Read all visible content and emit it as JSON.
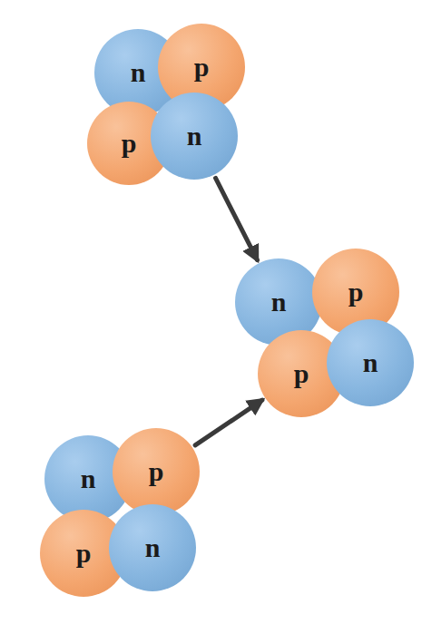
{
  "diagram": {
    "nodes": [
      {
        "text": [
          "n"
        ]
      },
      {
        "text": [
          "p"
        ]
      },
      {
        "text": [
          "p"
        ]
      },
      {
        "text": [
          "n"
        ]
      },
      {
        "text": [
          "n"
        ]
      },
      {
        "text": [
          "p"
        ]
      },
      {
        "text": [
          "p"
        ]
      },
      {
        "text": [
          "n"
        ]
      },
      {
        "text": [
          "n"
        ]
      },
      {
        "text": [
          "p"
        ]
      },
      {
        "text": [
          "p"
        ]
      },
      {
        "text": [
          "n"
        ]
      }
    ],
    "edges": [
      {
        "from": 3,
        "to": 4,
        "arrow": "to"
      },
      {
        "from": 9,
        "to": 6,
        "arrow": "to"
      }
    ]
  }
}
